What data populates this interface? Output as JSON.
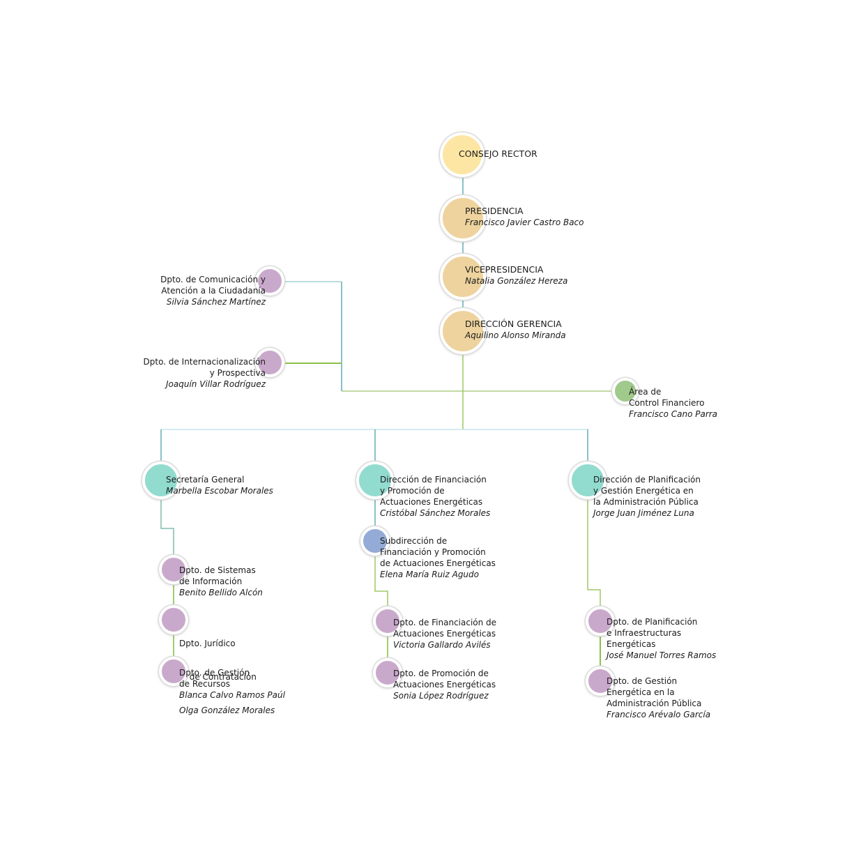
{
  "colors": {
    "consejo": "#fde6a3",
    "direccion": "#eed39e",
    "secretaria": "#92dbcf",
    "subdireccion": "#93abd6",
    "dpto": "#c9a9cb",
    "control": "#a0c98c",
    "line_green": "#8dbf4a",
    "line_teal": "#4aa0aa"
  },
  "nodes": {
    "consejo": {
      "title": "CONSEJO RECTOR"
    },
    "presidencia": {
      "title": "PRESIDENCIA",
      "person": "Francisco Javier Castro Baco"
    },
    "vicepresidencia": {
      "title": "VICEPRESIDENCIA",
      "person": "Natalia González Hereza"
    },
    "gerencia": {
      "title": "DIRECCIÓN GERENCIA",
      "person": "Aquilino Alonso Miranda"
    },
    "comunicacion": {
      "title": [
        "Dpto. de Comunicación y",
        "Atención a la Ciudadanía"
      ],
      "person": "Silvia Sánchez Martínez"
    },
    "internacional": {
      "title": [
        "Dpto. de Internacionalización",
        "y Prospectiva"
      ],
      "person": "Joaquín Villar Rodríguez"
    },
    "control": {
      "title": [
        "Área de",
        "Control Financiero"
      ],
      "person": "Francisco Cano Parra"
    },
    "secretaria": {
      "title": [
        "Secretaría General"
      ],
      "person": "Marbella Escobar Morales"
    },
    "financiacion": {
      "title": [
        "Dirección de Financiación",
        "y Promoción de",
        "Actuaciones Energéticas"
      ],
      "person": "Cristóbal Sánchez Morales"
    },
    "planificacion": {
      "title": [
        "Dirección de Planificación",
        "y Gestión Energética en",
        "la Administración Pública"
      ],
      "person": "Jorge Juan Jiménez Luna"
    },
    "sistemas": {
      "title": [
        "Dpto. de Sistemas",
        "de Información"
      ],
      "person": "Benito Bellido Alcón"
    },
    "juridico": {
      "title": [
        "Dpto. Jurídico",
        " y de Contratación"
      ],
      "person": "Olga González Morales"
    },
    "recursos": {
      "title": [
        "Dpto. de Gestión",
        "de Recursos"
      ],
      "person": "Blanca Calvo Ramos Paúl"
    },
    "subdireccion": {
      "title": [
        "Subdirección de",
        "Financiación y Promoción",
        "de Actuaciones Energéticas"
      ],
      "person": "Elena María Ruiz Agudo"
    },
    "dpto_financiacion": {
      "title": [
        "Dpto. de Financiación de",
        "Actuaciones Energéticas"
      ],
      "person": "Victoria Gallardo Avilés"
    },
    "dpto_promocion": {
      "title": [
        "Dpto. de Promoción de",
        "Actuaciones Energéticas"
      ],
      "person": "Sonia López Rodríguez"
    },
    "dpto_infra": {
      "title": [
        "Dpto. de Planificación",
        "e Infraestructuras",
        "Energéticas"
      ],
      "person": "José Manuel Torres Ramos"
    },
    "dpto_gestion": {
      "title": [
        "Dpto. de Gestión",
        "Energética en la",
        "Administración Pública"
      ],
      "person": "Francisco Arévalo García"
    }
  }
}
